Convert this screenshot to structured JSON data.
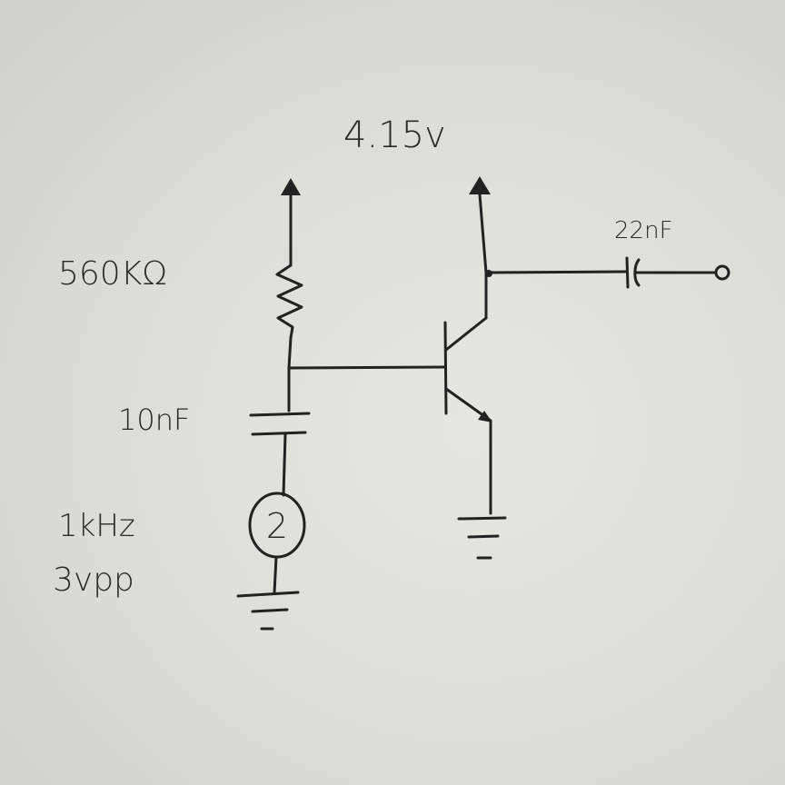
{
  "labels": {
    "supply_voltage": "4.15v",
    "bias_resistor": "560KΩ",
    "input_capacitor": "10nF",
    "output_capacitor": "22nF",
    "source_frequency": "1kHz",
    "source_amplitude": "3vpp",
    "source_symbol": "2"
  },
  "colors": {
    "ink": "#222222",
    "paper": "#dcdcd9"
  }
}
